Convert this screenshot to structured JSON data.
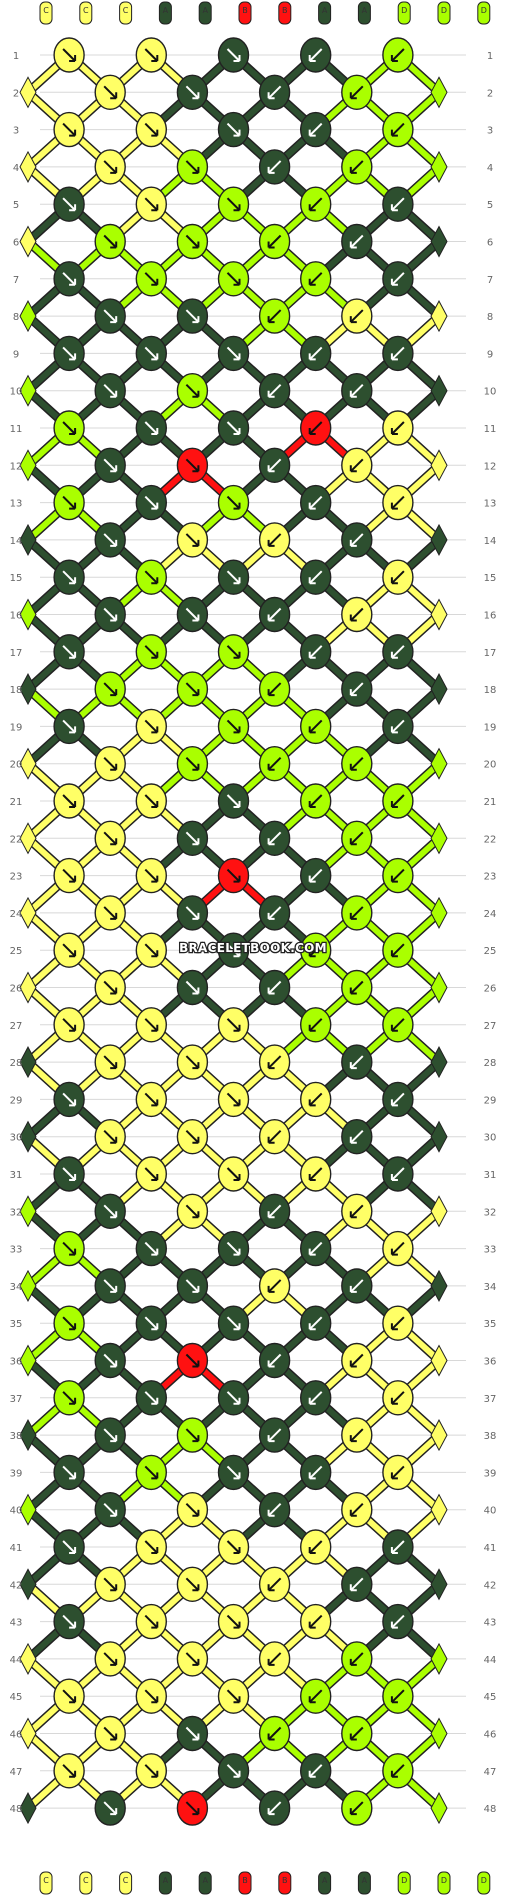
{
  "watermark": "BRACELETBOOK.COM",
  "colors": {
    "A": "#2d4f2f",
    "B": "#ff1111",
    "C": "#ffff66",
    "D": "#aaff00",
    "outline": "#222222",
    "guide": "#d8d8d8"
  },
  "strands": [
    "C",
    "C",
    "C",
    "A",
    "A",
    "B",
    "B",
    "A",
    "A",
    "D",
    "D",
    "D"
  ],
  "row_labels": [
    "1",
    "2",
    "3",
    "4",
    "5",
    "6",
    "7",
    "8",
    "9",
    "10",
    "11",
    "12",
    "13",
    "14",
    "15",
    "16",
    "17",
    "18",
    "19",
    "20",
    "21",
    "22",
    "23",
    "24",
    "25",
    "26",
    "27",
    "28",
    "29",
    "30",
    "31",
    "32",
    "33",
    "34",
    "35",
    "36",
    "37",
    "38",
    "39",
    "40",
    "41",
    "42",
    "43",
    "44",
    "45",
    "46",
    "47",
    "48"
  ],
  "knot_colors": [
    "CCAAD",
    "CCAAD",
    "CCAAD",
    "CCDAD",
    "ACDDA",
    "CDDDA",
    "ADDDA",
    "DAADC",
    "AAAAA",
    "DADAA",
    "DAABC",
    "DABAC",
    "DADAC",
    "AACCA",
    "ADAAC",
    "DAAAC",
    "ADDAA",
    "ADDDA",
    "ACDDA",
    "CCDDD",
    "CCADD",
    "CCAAD",
    "CCBAD",
    "CCAAD",
    "CCADD",
    "CCAAD",
    "CCCDD",
    "ACCCA",
    "ACCCA",
    "ACCCA",
    "ACCCA",
    "DACAC",
    "DAAAC",
    "DAACA",
    "DAAAC",
    "DABAC",
    "DAAAC",
    "AADAC",
    "ADAAC",
    "DACAC",
    "ACCCA",
    "ACCCA",
    "ACCCA",
    "CCCCD",
    "CCCDD",
    "CCADD",
    "CCAAD",
    "AABAD"
  ]
}
